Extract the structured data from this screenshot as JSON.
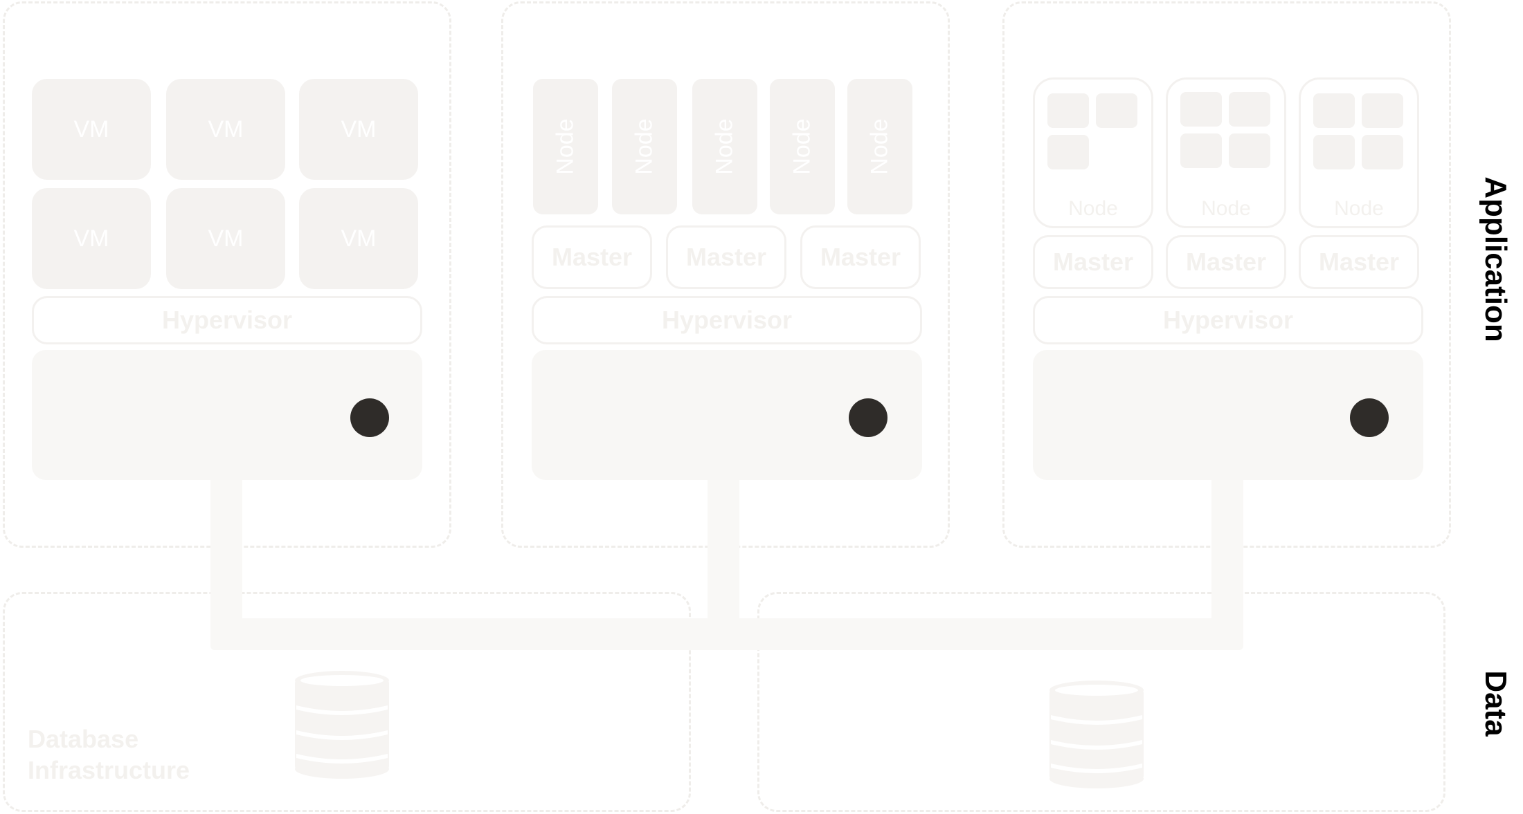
{
  "layers": {
    "application": "Application",
    "data": "Data"
  },
  "panel1": {
    "vms": [
      "VM",
      "VM",
      "VM",
      "VM",
      "VM",
      "VM"
    ],
    "hypervisor": "Hypervisor"
  },
  "panel2": {
    "nodes": [
      "Node",
      "Node",
      "Node",
      "Node",
      "Node"
    ],
    "masters": [
      "Master",
      "Master",
      "Master"
    ],
    "hypervisor": "Hypervisor"
  },
  "panel3": {
    "nodes": [
      "Node",
      "Node",
      "Node"
    ],
    "masters": [
      "Master",
      "Master",
      "Master"
    ],
    "hypervisor": "Hypervisor"
  },
  "data_panel": {
    "title_line1": "Database",
    "title_line2": "Infrastructure"
  },
  "colors": {
    "panel_fill": "#f4f2f0",
    "server_fill": "#f8f7f5",
    "led": "#2f2c29",
    "label": "#000000"
  },
  "icons": [
    "database-icon",
    "database-icon"
  ]
}
